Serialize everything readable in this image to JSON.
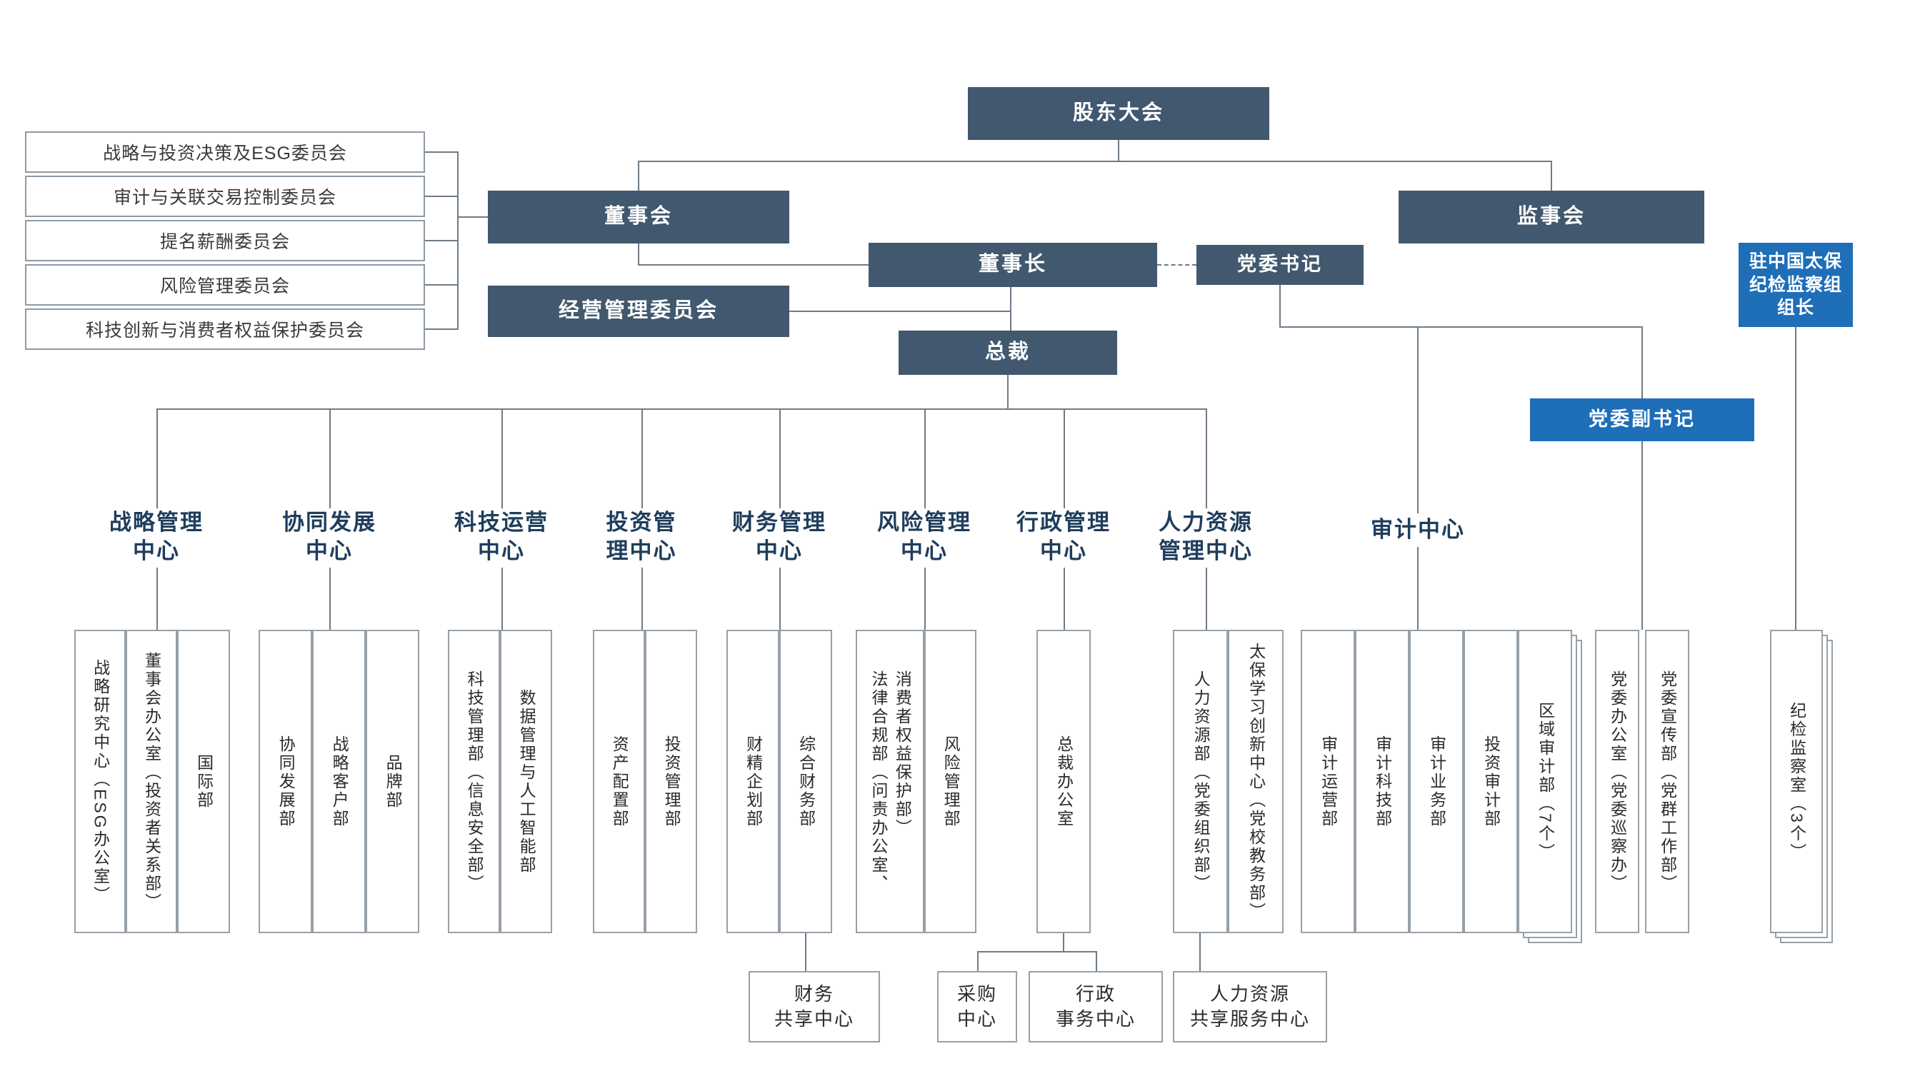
{
  "colors": {
    "dark_box": "#41586f",
    "blue_box": "#1e6eb8",
    "line": "#6e7b87",
    "box_border": "#97a0a8",
    "label_text": "#1f3d5c"
  },
  "nodes": {
    "shareholders": "股东大会",
    "board": "董事会",
    "supervisory": "监事会",
    "chairman": "董事长",
    "party_secretary": "党委书记",
    "management_committee": "经营管理委员会",
    "president": "总裁",
    "discipline_inspection_head": "驻中国太保\n纪检监察组\n组长",
    "deputy_party_secretary": "党委副书记"
  },
  "board_committees": [
    "战略与投资决策及ESG委员会",
    "审计与关联交易控制委员会",
    "提名薪酬委员会",
    "风险管理委员会",
    "科技创新与消费者权益保护委员会"
  ],
  "centers": [
    {
      "label": "战略管理\n中心",
      "departments": [
        "战略研究中心（ESG办公室）",
        "董事会办公室（投资者关系部）",
        "国际部"
      ]
    },
    {
      "label": "协同发展\n中心",
      "departments": [
        "协同发展部",
        "战略客户部",
        "品牌部"
      ]
    },
    {
      "label": "科技运营\n中心",
      "departments": [
        "科技管理部（信息安全部）",
        "数据管理与人工智能部"
      ]
    },
    {
      "label": "投资管\n理中心",
      "departments": [
        "资产配置部",
        "投资管理部"
      ]
    },
    {
      "label": "财务管理\n中心",
      "departments": [
        "财精企划部",
        "综合财务部"
      ]
    },
    {
      "label": "风险管理\n中心",
      "departments": [
        "法律合规部（问责办公室、\n消费者权益保护部）",
        "风险管理部"
      ]
    },
    {
      "label": "行政管理\n中心",
      "departments": [
        "总裁办公室"
      ]
    },
    {
      "label": "人力资源\n管理中心",
      "departments": [
        "人力资源部（党委组织部）",
        "太保学习创新中心（党校教务部）"
      ]
    },
    {
      "label": "审计中心",
      "departments": [
        "审计运营部",
        "审计科技部",
        "审计业务部",
        "投资审计部",
        "区域审计部（7个）"
      ]
    }
  ],
  "party_departments": [
    "党委办公室（党委巡察办）",
    "党委宣传部（党群工作部）"
  ],
  "discipline_departments": [
    "纪检监察室（3个）"
  ],
  "shared_centers": {
    "finance": "财务\n共享中心",
    "procurement": "采购\n中心",
    "admin_affairs": "行政\n事务中心",
    "hr": "人力资源\n共享服务中心"
  }
}
